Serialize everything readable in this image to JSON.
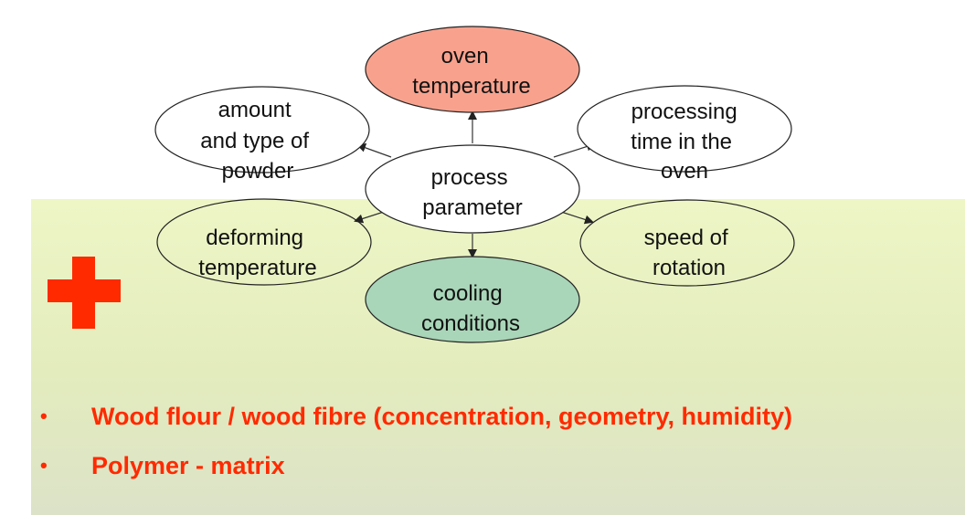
{
  "diagram": {
    "nodes": {
      "oven_temperature": {
        "lines": [
          "oven",
          "temperature"
        ],
        "fill": "#f8a28e"
      },
      "amount_powder": {
        "lines": [
          "amount",
          "and type of",
          "powder"
        ],
        "fill": "#ffffff"
      },
      "processing_time": {
        "lines": [
          "processing",
          "time in the",
          "oven"
        ],
        "fill": "#ffffff"
      },
      "process_parameter": {
        "lines": [
          "process",
          "parameter"
        ],
        "fill": "#ffffff"
      },
      "deforming_temperature": {
        "lines": [
          "deforming",
          "temperature"
        ],
        "fill": "none"
      },
      "speed_rotation": {
        "lines": [
          "speed of",
          "rotation"
        ],
        "fill": "none"
      },
      "cooling_conditions": {
        "lines": [
          "cooling",
          "conditions"
        ],
        "fill": "#a9d5b8"
      }
    }
  },
  "plus_sign": {
    "color": "#ff2a00"
  },
  "bullets": [
    {
      "marker": "•",
      "text": "Wood flour / wood fibre (concentration, geometry, humidity)"
    },
    {
      "marker": "•",
      "text": "Polymer - matrix"
    }
  ],
  "colors": {
    "accent_red": "#ff2a00",
    "panel_green": "#e6efbf",
    "oven_fill": "#f8a28e",
    "cooling_fill": "#a9d5b8"
  }
}
